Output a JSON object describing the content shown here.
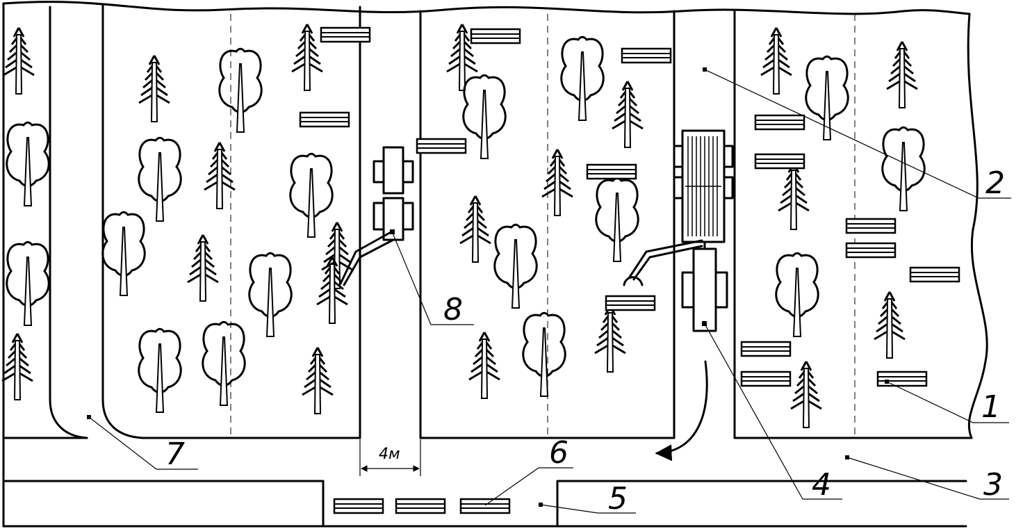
{
  "callouts": [
    {
      "id": "1",
      "text": "1"
    },
    {
      "id": "2",
      "text": "2"
    },
    {
      "id": "3",
      "text": "3"
    },
    {
      "id": "4",
      "text": "4"
    },
    {
      "id": "5",
      "text": "5"
    },
    {
      "id": "6",
      "text": "6"
    },
    {
      "id": "7",
      "text": "7"
    },
    {
      "id": "8",
      "text": "8"
    }
  ],
  "dimension": {
    "text": "4м"
  },
  "icons": {
    "tree_conifer": "conifer-tree-icon",
    "tree_deciduous": "deciduous-tree-icon",
    "log_pile": "log-pile-icon"
  }
}
